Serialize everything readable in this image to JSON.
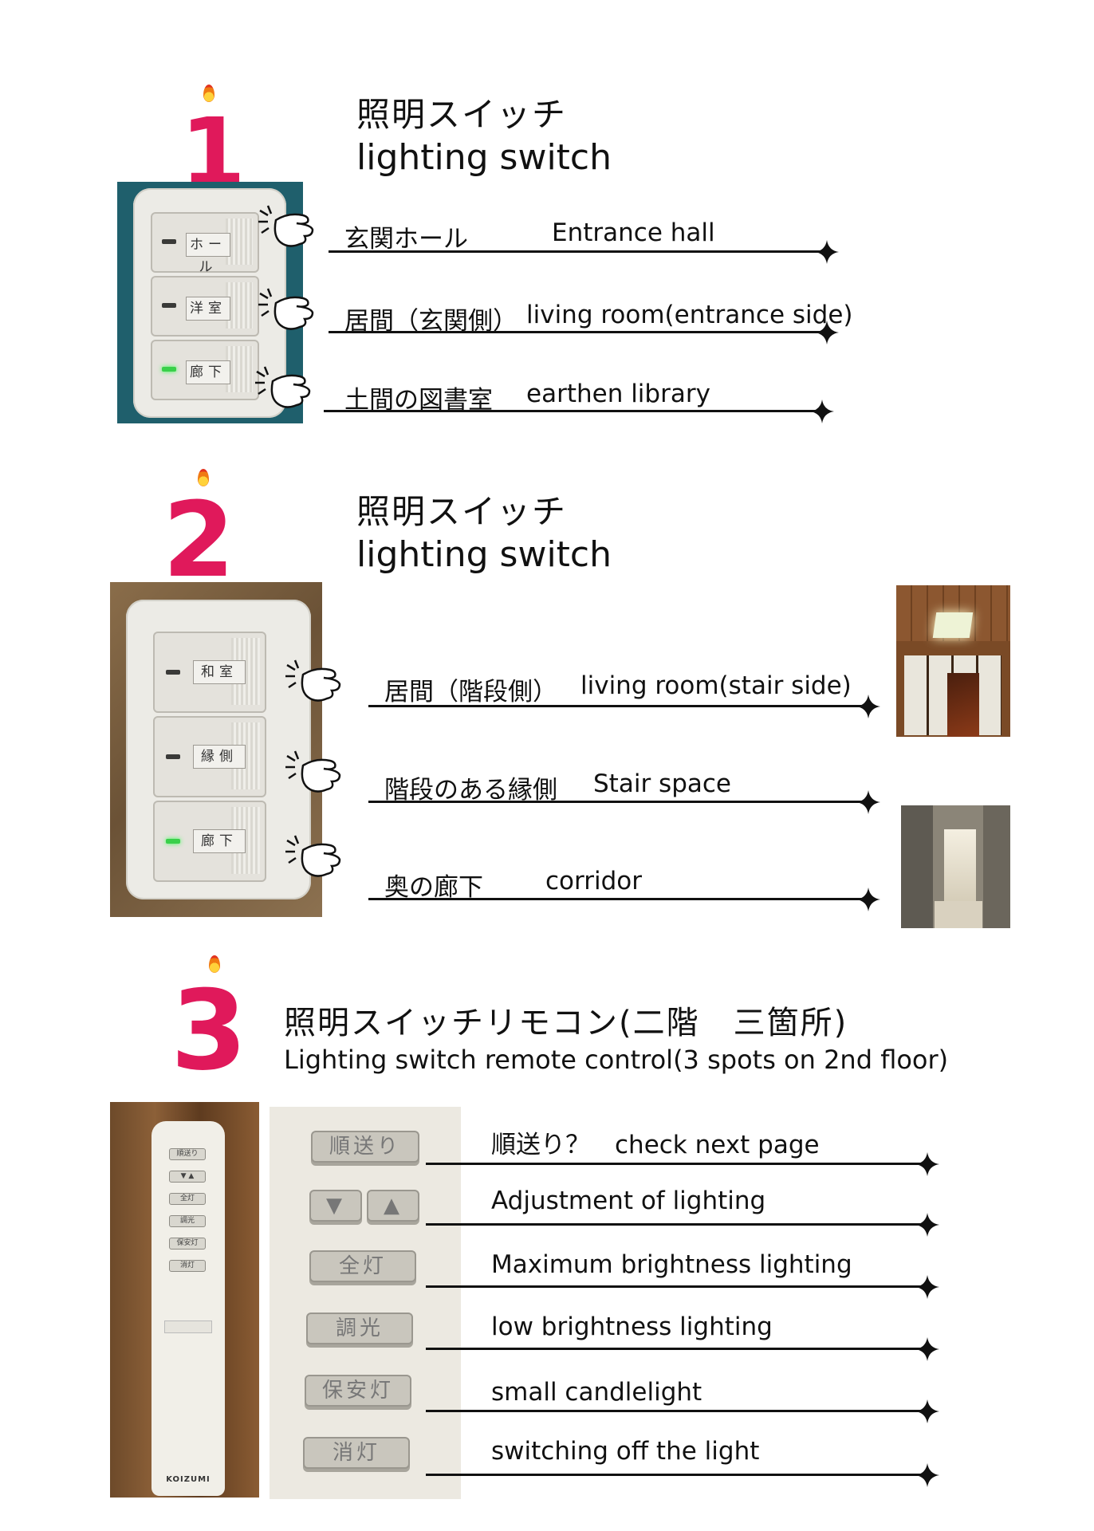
{
  "section1": {
    "number": "1",
    "title_jp": "照明スイッチ",
    "title_en": "lighting switch",
    "switch_tags": [
      "ホール",
      "洋室",
      "廊下"
    ],
    "items": [
      {
        "jp": "玄関ホール",
        "en": "Entrance hall"
      },
      {
        "jp": "居間（玄関側）",
        "en": "living room(entrance side)"
      },
      {
        "jp": "土間の図書室",
        "en": "earthen library"
      }
    ]
  },
  "section2": {
    "number": "2",
    "title_jp": "照明スイッチ",
    "title_en": "lighting switch",
    "switch_tags": [
      "和室",
      "縁側",
      "廊下"
    ],
    "items": [
      {
        "jp": "居間（階段側）",
        "en": "living room(stair side)"
      },
      {
        "jp": "階段のある縁側",
        "en": "Stair space"
      },
      {
        "jp": "奥の廊下",
        "en": "corridor"
      }
    ]
  },
  "section3": {
    "number": "3",
    "title_jp": "照明スイッチリモコン(二階　三箇所)",
    "title_en": "Lighting switch remote control(3 spots on 2nd floor)",
    "remote_brand": "KOIZUMI",
    "remote_buttons": [
      "順送り",
      "▼ ▲",
      "全灯",
      "調光",
      "保安灯",
      "消灯"
    ],
    "closeup_buttons": [
      "順送り",
      "▼",
      "▲",
      "全灯",
      "調光",
      "保安灯",
      "消灯"
    ],
    "items": [
      {
        "text": "順送り？　check next page"
      },
      {
        "text": "Adjustment of lighting"
      },
      {
        "text": "Maximum brightness lighting"
      },
      {
        "text": " low brightness lighting"
      },
      {
        "text": "small candlelight"
      },
      {
        "text": "switching off the light"
      }
    ]
  },
  "colors": {
    "accent": "#e0195b",
    "line": "#111111",
    "led_on": "#39d04a"
  }
}
